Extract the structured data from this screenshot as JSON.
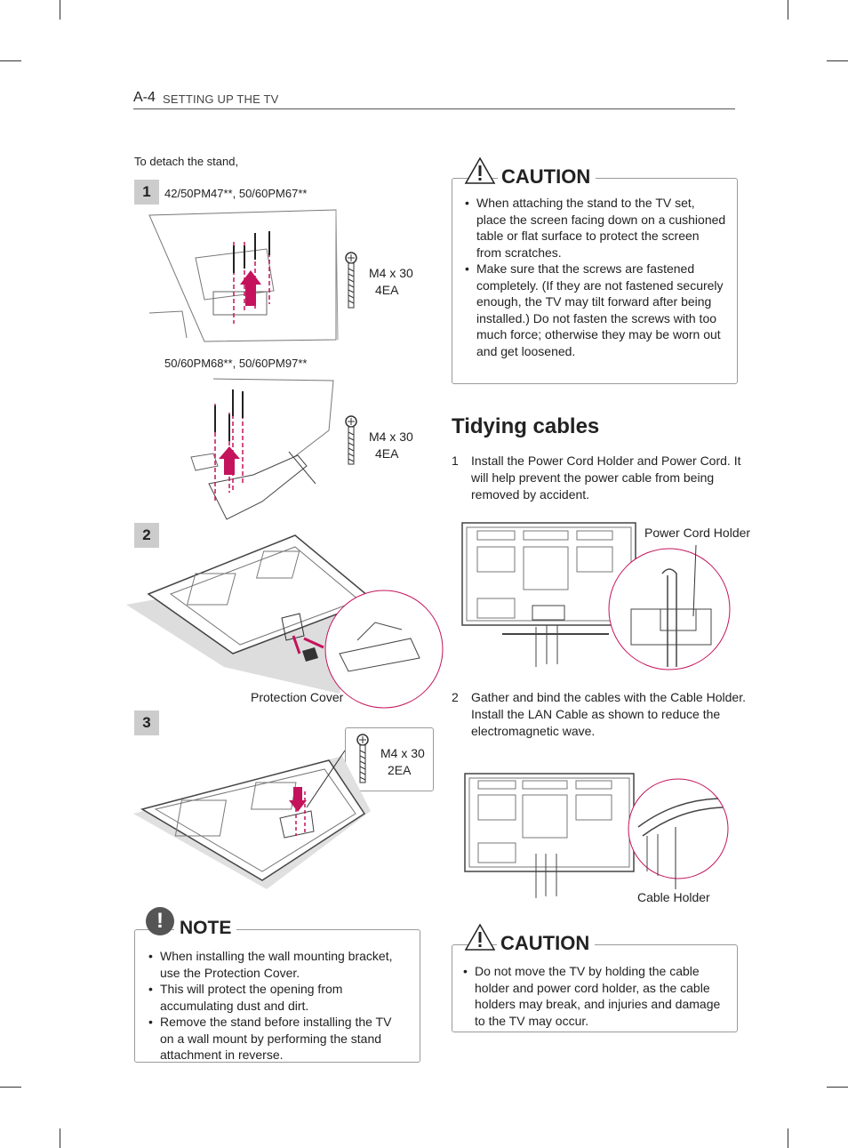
{
  "header": {
    "page_number": "A-4",
    "section_title": "SETTING UP THE TV"
  },
  "left": {
    "intro": "To detach the stand,",
    "step1": {
      "number": "1",
      "model_a": "42/50PM47**, 50/60PM67**",
      "screw_a": [
        "M4 x 30",
        "4EA"
      ],
      "model_b": "50/60PM68**, 50/60PM97**",
      "screw_b": [
        "M4 x 30",
        "4EA"
      ]
    },
    "step2": {
      "number": "2",
      "callout": "Protection Cover"
    },
    "step3": {
      "number": "3",
      "screw": [
        "M4 x 30",
        "2EA"
      ]
    },
    "note": {
      "title": "NOTE",
      "items": [
        "When installing the wall mounting bracket, use the Protection Cover.",
        "This will protect the opening from accumulating dust and dirt.",
        "Remove the stand before installing the TV on a wall mount by performing the stand attachment in reverse."
      ]
    }
  },
  "right": {
    "caution1": {
      "title": "CAUTION",
      "items": [
        "When attaching the stand to the TV set, place the screen facing down on a cushioned table or flat surface to protect the screen from scratches.",
        "Make sure that the screws are fastened completely. (If they are not fastened securely enough, the TV may tilt forward after being installed.) Do not fasten the screws with too much force; otherwise they may be worn out and get loosened."
      ]
    },
    "heading": "Tidying cables",
    "step1": {
      "n": "1",
      "text": "Install the Power Cord Holder and Power Cord. It will help prevent the power cable from being removed by accident."
    },
    "figure1_callout": "Power Cord Holder",
    "step2": {
      "n": "2",
      "text": "Gather and bind the cables with the Cable Holder. Install the LAN Cable as shown to reduce the electromagnetic wave."
    },
    "figure2_callout": "Cable Holder",
    "caution2": {
      "title": "CAUTION",
      "items": [
        "Do not move the TV by holding the cable holder and power cord holder, as the cable holders may break, and injuries and damage to the TV may occur."
      ]
    }
  },
  "colors": {
    "accent_magenta": "#c4135c",
    "step_gray": "#cccccc",
    "border_gray": "#9a9a9a"
  }
}
